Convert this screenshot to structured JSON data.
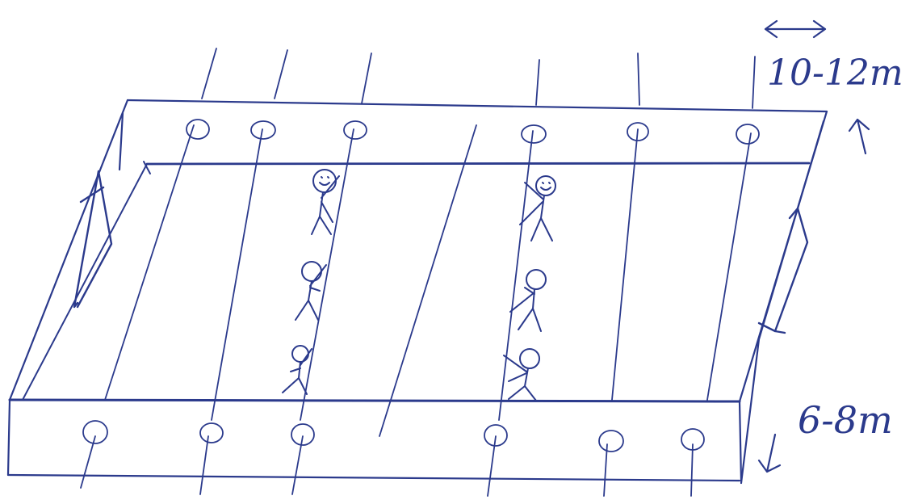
{
  "labels": {
    "width": "10-12m",
    "depth": "6-8m"
  },
  "colors": {
    "ink": "#2b3a8c",
    "paper": "#ffffff"
  },
  "icons": {
    "width_arrow": "double-headed-arrow",
    "depth_arrows": "diagonal-arrows"
  }
}
